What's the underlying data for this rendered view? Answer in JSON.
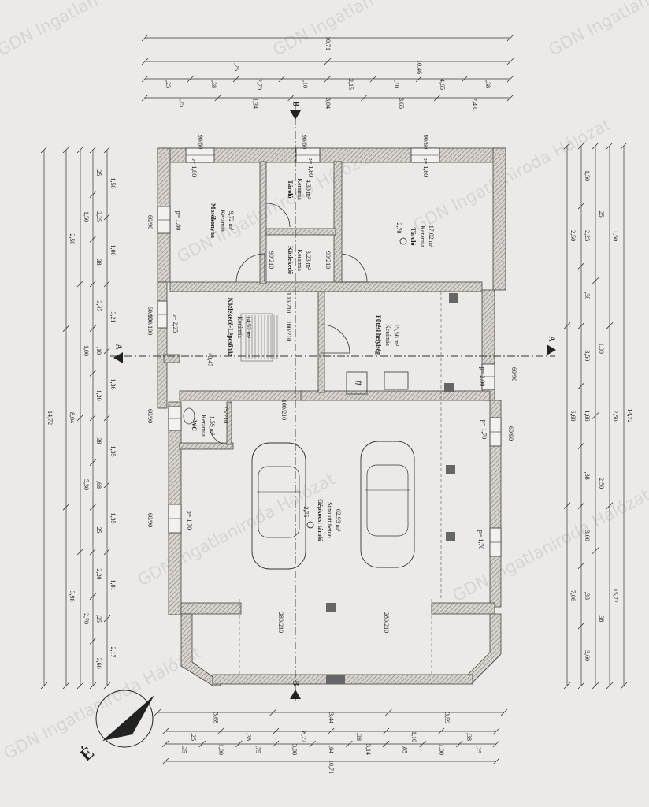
{
  "watermarks": [
    "GDN Ingatlan",
    "GDN Ingatlan",
    "GDN Ingatlan",
    "GDN Ingatlaniroda Hálózat",
    "GDN Ingatlaniroda Hálózat",
    "GDN Ingatlaniroda Hálózat",
    "GDN Ingatlaniroda Hálózat",
    "GDN Ingatlaniroda Hálózat"
  ],
  "rooms": [
    {
      "id": "mosokonyha",
      "name": "Mosókonyha",
      "floor": "Kerámia",
      "area": "9,72 m²"
    },
    {
      "id": "tarolo_small",
      "name": "Tároló",
      "floor": "Kerámia",
      "area": "4,30 m²"
    },
    {
      "id": "tarolo_large",
      "name": "Tároló",
      "floor": "Kerámia",
      "area": "17,02 m²",
      "level": "-2,70"
    },
    {
      "id": "kozlekedo_small",
      "name": "Közlekedő",
      "floor": "Kerámia",
      "area": "3,23 m²"
    },
    {
      "id": "lepcsohaz",
      "name": "Közlekedő-Lépcsőház",
      "floor": "Kerámia",
      "area": "14,52 m²"
    },
    {
      "id": "futesi",
      "name": "Fűtési helyiség",
      "floor": "Kerámia",
      "area": "15,56 m²"
    },
    {
      "id": "wc",
      "name": "WC",
      "floor": "Kerámia",
      "area": "1,59 m²"
    },
    {
      "id": "garage",
      "name": "Gépkocsi tároló",
      "floor": "Simított beton",
      "area": "62,93 m²",
      "level": "-2,75"
    }
  ],
  "section_marks": {
    "a": "A",
    "b": "B"
  },
  "north_mark": "É",
  "misc_labels": {
    "step_level": "+0,47",
    "chimney": "#",
    "sill_180": "p= 1,80",
    "sill_170": "p= 1,70",
    "sill_225": "p= 2,25",
    "sill_200": "p= 2,00"
  },
  "dims_top": {
    "row1": [
      "10,71"
    ],
    "row2": [
      ",25",
      "10,46"
    ],
    "row3": [
      ",25",
      ",38",
      "2,70",
      ",10",
      "2,15",
      ",10",
      "4,65",
      ",38"
    ],
    "row4": [
      ",25",
      "1,34",
      "3,04",
      "3,65",
      "2,43"
    ]
  },
  "dims_bottom": {
    "row1": [
      "10,71"
    ],
    "row2": [
      ",25",
      "1,00",
      ",75",
      "3,08",
      ",64",
      "3,14",
      ",85",
      "1,00",
      ",25"
    ],
    "row3": [
      ",25",
      ",38",
      "8,22",
      ",38",
      "1,10",
      ",38"
    ],
    "row4": [
      "3,68",
      "3,44",
      "3,59"
    ]
  },
  "dims_left": {
    "row1": [
      "14,72"
    ],
    "row2": [
      "2,50",
      "8,04",
      "3,98"
    ],
    "row3": [
      "1,50",
      "1,00",
      "5,30",
      "2,70"
    ],
    "row4": [
      ",25",
      "2,25",
      ",38",
      "3,47",
      ",10",
      "1,20",
      ",38",
      ",68",
      ",25",
      "2,20",
      ",25",
      "3,60"
    ],
    "row5": [
      "1,50",
      "1,00",
      "3,21",
      "1,36",
      "1,35",
      "1,35",
      "1,81",
      "2,17"
    ]
  },
  "dims_right": {
    "row1": [
      "14,72"
    ],
    "row2": [
      "2,50",
      "6,60",
      "7,06"
    ],
    "row3": [
      "1,50",
      "2,25",
      ",38",
      "3,50",
      "1,66",
      ",38",
      "3,00",
      ",38",
      "3,60"
    ],
    "row4": [
      ",25",
      "1,00",
      "2,50",
      ",38"
    ],
    "row5": [
      "1,50",
      "2,50",
      "15,72"
    ]
  },
  "openings_fractions": [
    "90/60",
    "90/60",
    "90/60",
    "60/90",
    "60/90",
    "60/90",
    "60/90",
    "60/90",
    "100/100",
    "90/210",
    "90/210",
    "100/210",
    "100/210",
    "100/210",
    "75/210",
    "280/210",
    "280/210",
    "60/90"
  ]
}
